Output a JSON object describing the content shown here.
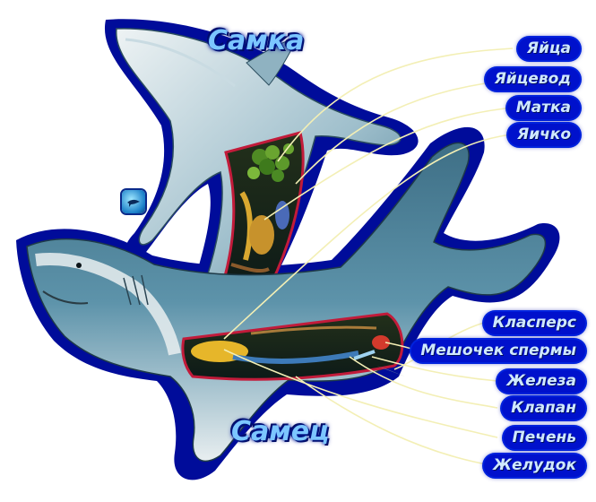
{
  "titles": {
    "female": "Самка",
    "male": "Самец"
  },
  "female_labels": [
    {
      "text": "Яйца"
    },
    {
      "text": "Яйцевод"
    },
    {
      "text": "Матка"
    },
    {
      "text": "Яичко"
    }
  ],
  "male_labels": [
    {
      "text": "Класперс"
    },
    {
      "text": "Мешочек спермы"
    },
    {
      "text": "Железа"
    },
    {
      "text": "Клапан"
    },
    {
      "text": "Печень"
    },
    {
      "text": "Желудок"
    }
  ],
  "nav_icon": "shark-navigation-icon"
}
